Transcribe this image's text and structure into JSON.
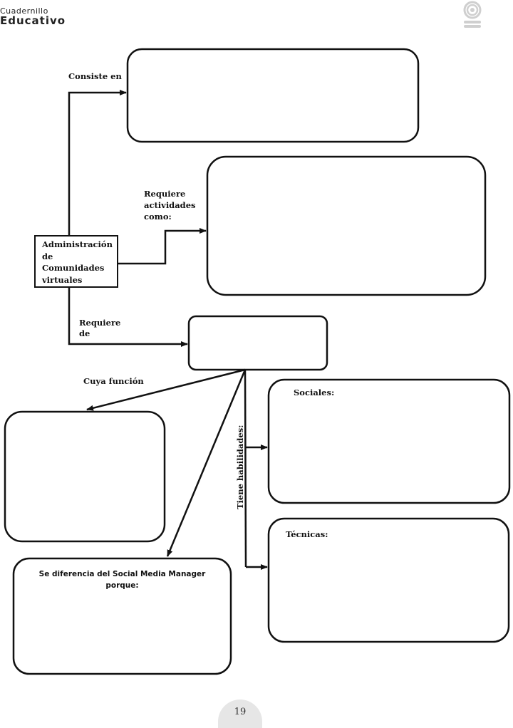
{
  "header": {
    "brand_small": "Cuadernillo",
    "brand_big": "Educativo",
    "logo_icon": "spiral-books-logo"
  },
  "diagram": {
    "central_node": "Administración de Comunidades virtuales",
    "connectors": {
      "consiste_en": "Consiste en",
      "requiere_actividades_1": "Requiere",
      "requiere_actividades_2": "actividades",
      "requiere_actividades_3": "como:",
      "requiere_de_1": "Requiere",
      "requiere_de_2": "de",
      "cuya_funcion": "Cuya función",
      "tiene_habilidades": "Tiene habilidades:"
    },
    "boxes": {
      "sociales_label": "Sociales:",
      "tecnicas_label": "Técnicas:",
      "diferencia_line1": "Se diferencia del Social Media Manager",
      "diferencia_line2": "porque:"
    }
  },
  "footer": {
    "page_number": "19"
  }
}
